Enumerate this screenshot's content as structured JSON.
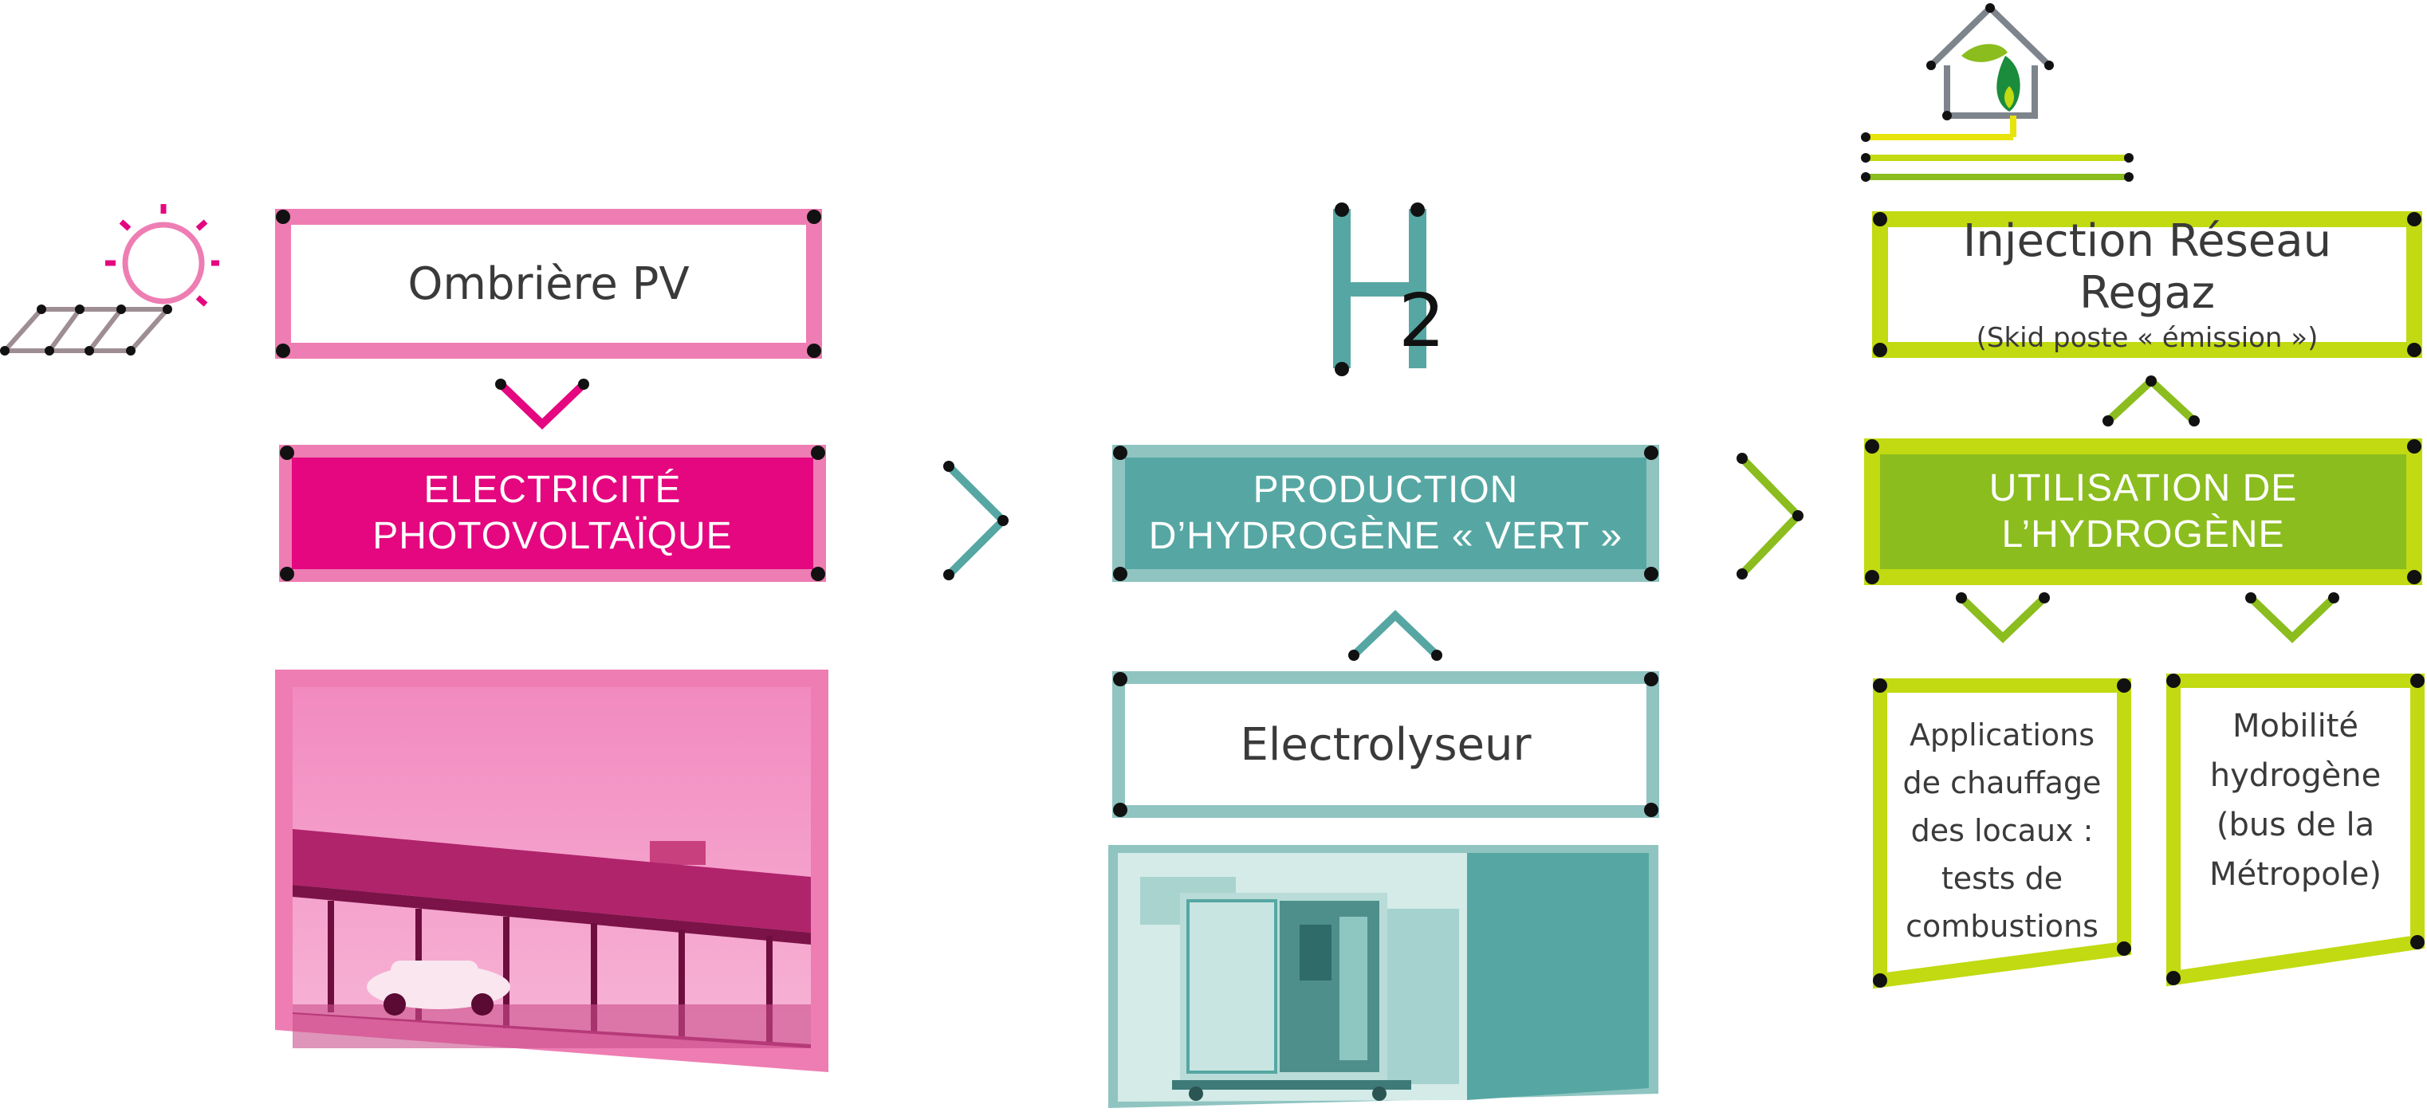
{
  "colors": {
    "pink_light": "#ee7db3",
    "pink_dark": "#e4077f",
    "teal_light": "#8fc4c1",
    "teal_dark": "#56a7a3",
    "green_light": "#c1da11",
    "green_dark": "#8bbd1e",
    "text_dark": "#3a3a3a"
  },
  "column_pv": {
    "top_label": "Ombrière PV",
    "main_label_line1": "ELECTRICITÉ",
    "main_label_line2": "PHOTOVOLTAÏQUE"
  },
  "column_h2": {
    "h2_symbol": "H",
    "h2_subscript": "2",
    "main_label_line1": "PRODUCTION",
    "main_label_line2": "D’HYDROGÈNE « VERT »",
    "bottom_label": "Electrolyseur"
  },
  "column_use": {
    "top_label_line1": "Injection Réseau Regaz",
    "top_label_line2": "(Skid poste « émission »)",
    "main_label_line1": "UTILISATION DE",
    "main_label_line2": "L’HYDROGÈNE",
    "app_heating": [
      "Applications",
      "de chauffage",
      "des locaux :",
      "tests de",
      "combustions"
    ],
    "app_mobility": [
      "Mobilité",
      "hydrogène",
      "(bus de la",
      "Métropole)"
    ]
  }
}
